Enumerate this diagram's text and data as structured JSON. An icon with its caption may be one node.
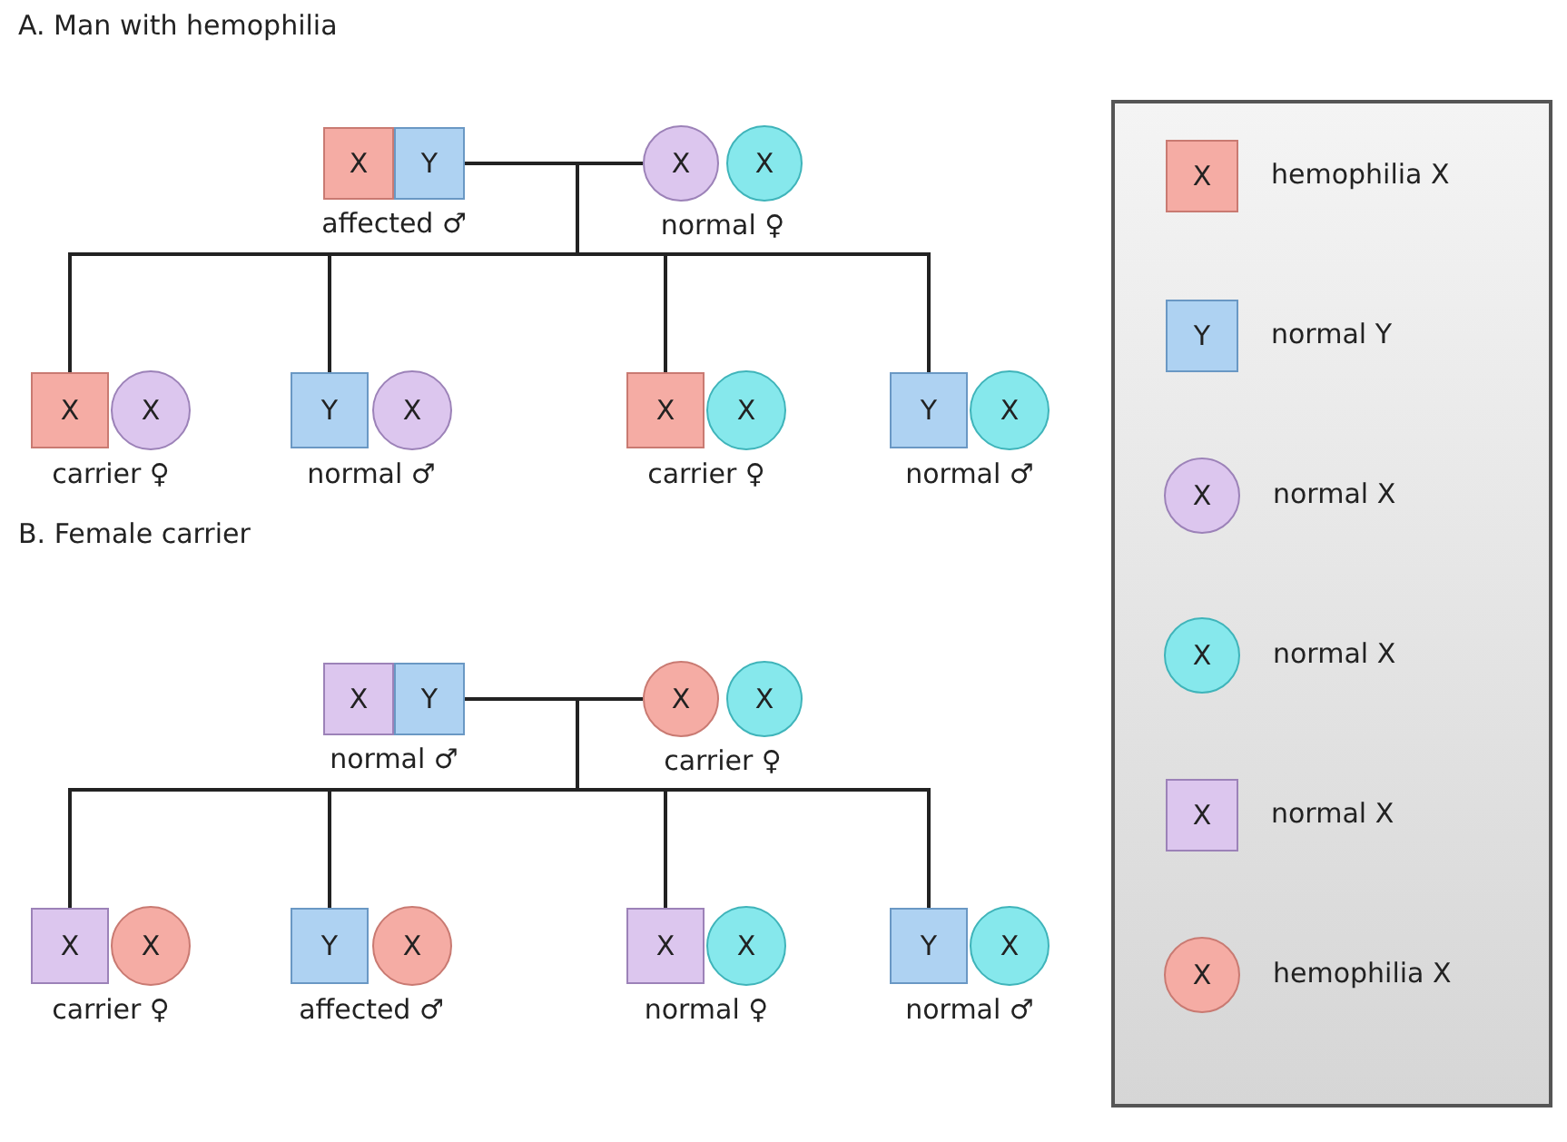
{
  "diagram": {
    "nodes": [
      {
        "text": [
          "X"
        ],
        "beside": [
          "affected ♂"
        ]
      },
      {
        "text": [
          "Y"
        ]
      },
      {
        "text": [
          "X"
        ],
        "beside": [
          "normal ♀"
        ]
      },
      {
        "text": [
          "X"
        ]
      },
      {
        "text": [
          "X"
        ],
        "beside": [
          "carrier ♀"
        ]
      },
      {
        "text": [
          "X"
        ]
      },
      {
        "text": [
          "Y"
        ],
        "beside": [
          "normal ♂"
        ]
      },
      {
        "text": [
          "X"
        ]
      },
      {
        "text": [
          "X"
        ],
        "beside": [
          "carrier ♀"
        ]
      },
      {
        "text": [
          "X"
        ]
      },
      {
        "text": [
          "Y"
        ],
        "beside": [
          "normal ♂"
        ]
      },
      {
        "text": [
          "X"
        ]
      },
      {
        "text": [
          "X"
        ],
        "beside": [
          "normal ♂"
        ]
      },
      {
        "text": [
          "Y"
        ]
      },
      {
        "text": [
          "X"
        ],
        "beside": [
          "carrier ♀"
        ]
      },
      {
        "text": [
          "X"
        ]
      },
      {
        "text": [
          "X"
        ],
        "beside": [
          "carrier ♀"
        ]
      },
      {
        "text": [
          "X"
        ]
      },
      {
        "text": [
          "Y"
        ],
        "beside": [
          "affected ♂"
        ]
      },
      {
        "text": [
          "X"
        ]
      },
      {
        "text": [
          "X"
        ],
        "beside": [
          "normal ♀"
        ]
      },
      {
        "text": [
          "X"
        ]
      },
      {
        "text": [
          "Y"
        ],
        "beside": [
          "normal ♂"
        ]
      },
      {
        "text": [
          "X"
        ]
      },
      {
        "text": [],
        "shape": "box"
      },
      {
        "text": [
          "X"
        ],
        "beside": [
          "hemophilia X"
        ],
        "in": 24
      },
      {
        "text": [
          "Y"
        ],
        "beside": [
          "normal Y"
        ],
        "in": 24
      },
      {
        "text": [
          "X"
        ],
        "beside": [
          "normal X"
        ],
        "in": 24
      },
      {
        "text": [
          "X"
        ],
        "beside": [
          "normal X"
        ],
        "in": 24
      },
      {
        "text": [
          "X"
        ],
        "beside": [
          "normal X"
        ],
        "in": 24
      },
      {
        "text": [
          "X"
        ],
        "beside": [
          "hemophilia X"
        ],
        "in": 24
      }
    ],
    "edges": [
      {
        "from": 1,
        "to": 2,
        "arrow": "none"
      },
      {
        "from": 1,
        "to": 4,
        "arrow": "none"
      },
      {
        "from": 1,
        "to": 6,
        "arrow": "none"
      },
      {
        "from": 1,
        "to": 8,
        "arrow": "none"
      },
      {
        "from": 1,
        "to": 10,
        "arrow": "none"
      },
      {
        "from": 13,
        "to": 14,
        "arrow": "none"
      },
      {
        "from": 13,
        "to": 16,
        "arrow": "none"
      },
      {
        "from": 13,
        "to": 18,
        "arrow": "none"
      },
      {
        "from": 13,
        "to": 20,
        "arrow": "none"
      },
      {
        "from": 13,
        "to": 22,
        "arrow": "none"
      }
    ],
    "labels": [
      "A. Man with hemophilia",
      "B. Female carrier"
    ]
  }
}
